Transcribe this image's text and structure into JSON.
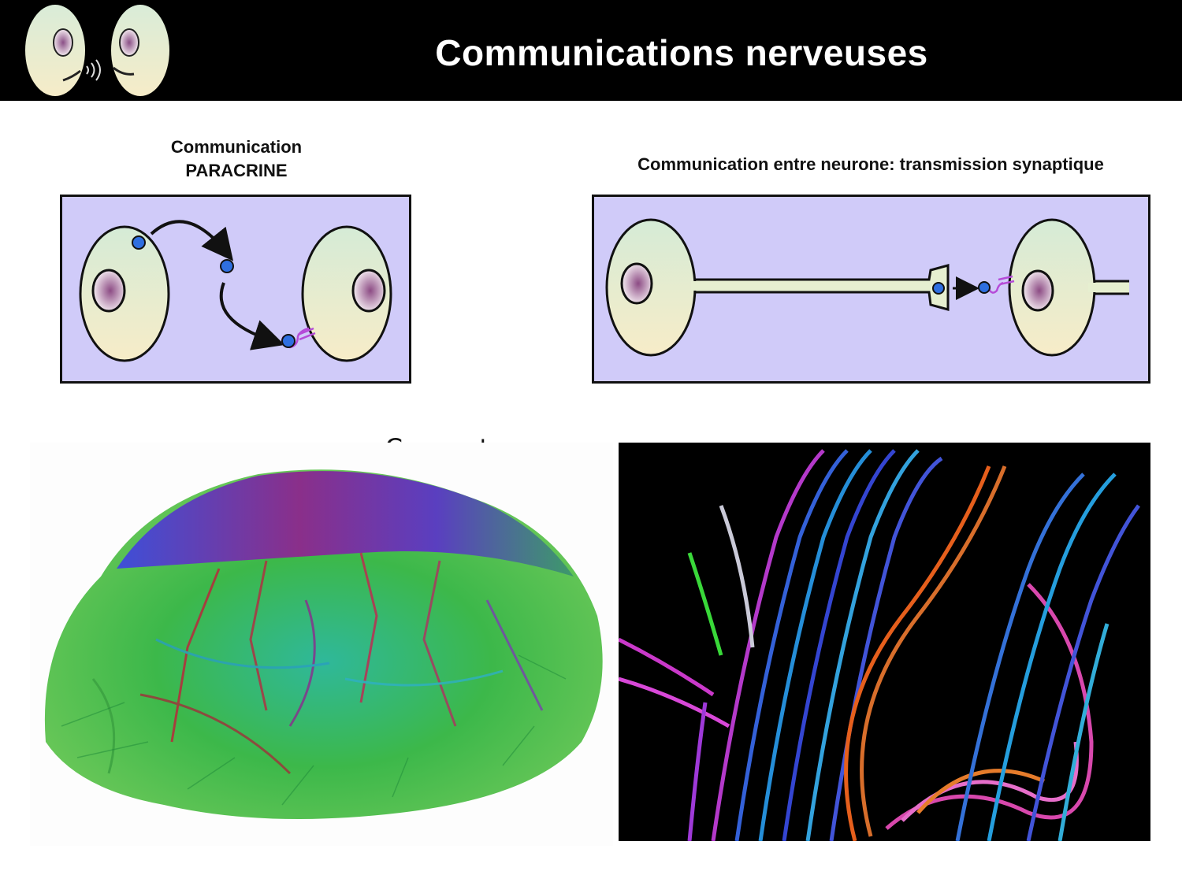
{
  "header": {
    "title": "Communications nerveuses",
    "logo_icon": "two-talking-cells-icon"
  },
  "diagrams": {
    "paracrine": {
      "title_line1": "Communication",
      "title_line2": "PARACRINE"
    },
    "synaptic": {
      "title": "Communication entre neurone: transmission synaptique"
    }
  },
  "connectome": {
    "label": "Connectome"
  },
  "colors": {
    "header_bg": "#000000",
    "panel_bg": "#d0cbf9",
    "cell_top": "#d8ecd6",
    "cell_bottom": "#f6eccb",
    "molecule": "#2f6fe0",
    "receptor": "#b54bd8"
  }
}
